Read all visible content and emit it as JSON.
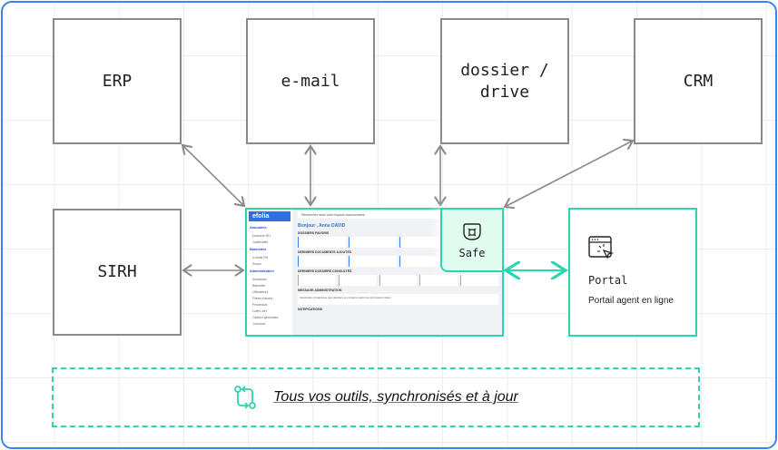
{
  "nodes": {
    "erp": "ERP",
    "email": "e-mail",
    "dossier": "dossier /\ndrive",
    "crm": "CRM",
    "sirh": "SIRH"
  },
  "safe": {
    "label": "Safe",
    "icon": "safe-icon"
  },
  "portal": {
    "title": "Portal",
    "subtitle": "Portail agent en ligne",
    "icon": "browser-click-icon"
  },
  "banner": {
    "text": "Tous vos outils, synchronisés et à jour",
    "icon": "sync-icon"
  },
  "colors": {
    "accent": "#2dd4b0",
    "frame": "#3b82f6",
    "safe_fill": "#e0fdf0",
    "arrow": "#8a8a8a"
  },
  "app": {
    "logo": "efolia",
    "search_placeholder": "Rechercher dans votre espace documentaire",
    "greeting": "Bonjour , Anne DAVID",
    "sidebar": {
      "s1": "Annuaires",
      "s1a": "Dossiers RH",
      "s1b": "Justificatifs",
      "s2": "Bannettes",
      "s2a": "e-mails RH",
      "s2b": "Scans",
      "s3": "Administration",
      "s3a": "Annuaires",
      "s3b": "Bannette",
      "s3c": "Utilisateurs",
      "s3d": "Filtres d'accès",
      "s3e": "Processus",
      "s3f": "Coffre-fort",
      "s3g": "Options générales",
      "s3h": "Journaux"
    },
    "sections": {
      "fav": "DOSSIERS FAVORIS",
      "docs": "DERNIERS DOCUMENTS AJOUTÉS",
      "recent": "DERNIERS DOSSIERS CONSULTÉS",
      "msg": "MESSAGE ADMINISTRATION",
      "notif": "NOTIFICATIONS"
    },
    "message": "Génération dynamique des dossiers et contenus selon les processus métier"
  }
}
